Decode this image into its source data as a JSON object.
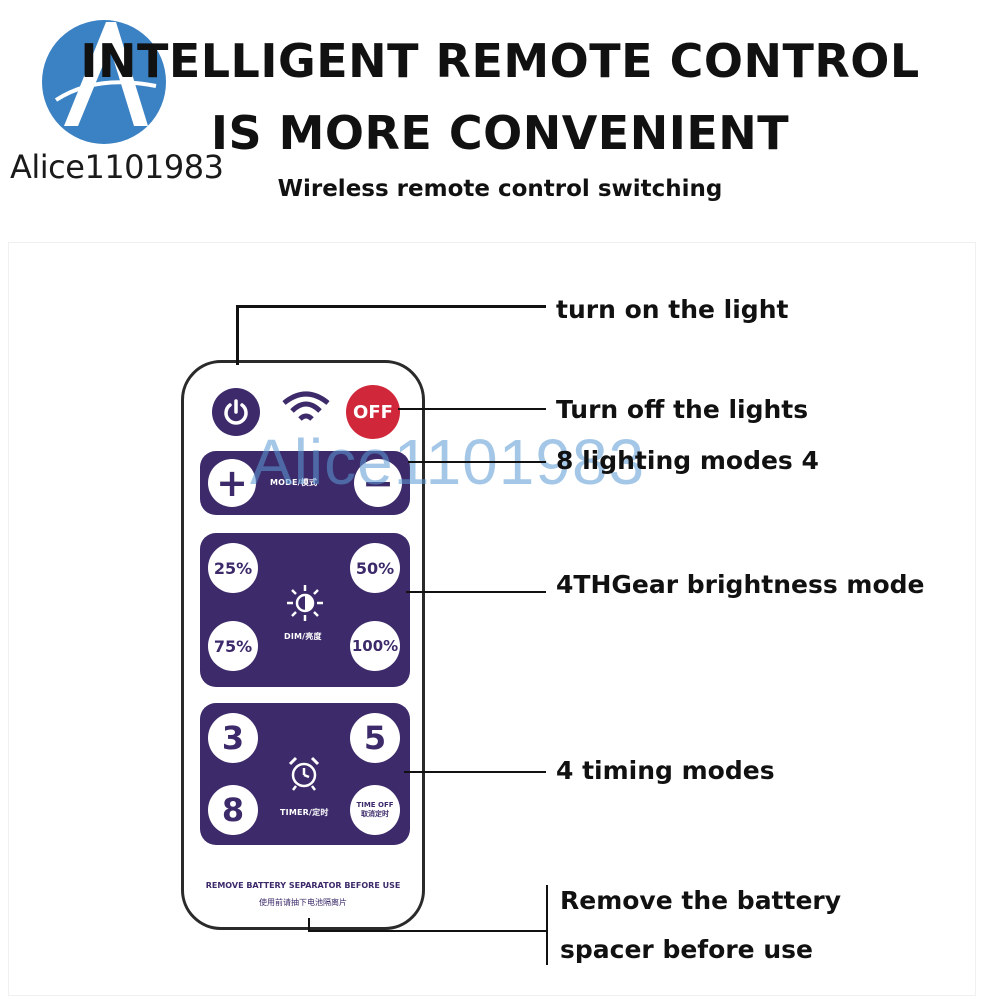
{
  "header": {
    "title_line1": "INTELLIGENT REMOTE CONTROL",
    "title_line2": "IS MORE CONVENIENT",
    "subtitle": "Wireless remote control switching"
  },
  "logo": {
    "text": "Alice1101983",
    "color": "#3b82c4"
  },
  "watermark": {
    "text": "Alice1101983"
  },
  "remote": {
    "off_label": "OFF",
    "plus_label": "+",
    "minus_label": "−",
    "mode_label": "MODE/模式",
    "brightness": [
      "25%",
      "50%",
      "75%",
      "100%"
    ],
    "dim_label": "DIM/亮度",
    "timers": [
      "3",
      "5",
      "8"
    ],
    "timer_label": "TIMER/定时",
    "time_off_label": "TIME OFF",
    "time_off_sub": "取消定时",
    "footer_en": "REMOVE BATTERY SEPARATOR BEFORE USE",
    "footer_cn": "使用前请抽下电池隔离片"
  },
  "callouts": {
    "on": "turn on the light",
    "off": "Turn off the lights",
    "modes": "8 lighting modes 4",
    "brightness": "4THGear brightness mode",
    "timing": "4 timing modes",
    "battery_1": "Remove the battery",
    "battery_2": "spacer before use"
  },
  "colors": {
    "remote_panel": "#3c2a6a",
    "off_button": "#d0283a",
    "accent": "#3c2a6a"
  }
}
